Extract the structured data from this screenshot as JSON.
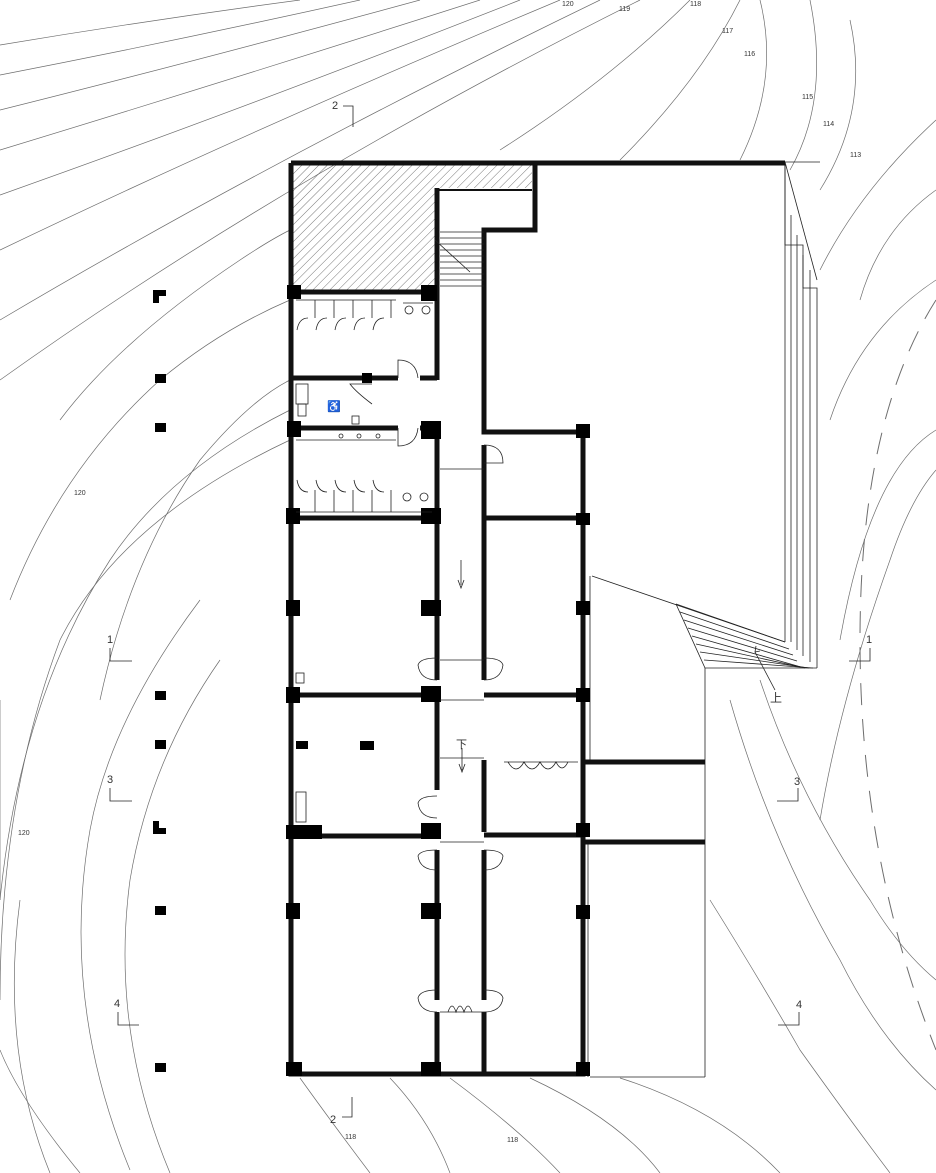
{
  "contours": {
    "top": [
      "120",
      "119",
      "118",
      "117",
      "116",
      "115",
      "114",
      "113"
    ],
    "left_a": "120",
    "left_b": "120",
    "bottom_a": "118",
    "bottom_b": "118"
  },
  "sections": {
    "s2_top": "2",
    "s2_bottom": "2",
    "s1_left": "1",
    "s1_right": "1",
    "s3_left": "3",
    "s3_right": "3",
    "s4_left": "4",
    "s4_right": "4"
  },
  "stairs": {
    "up_label": "上",
    "down_label": "下"
  }
}
